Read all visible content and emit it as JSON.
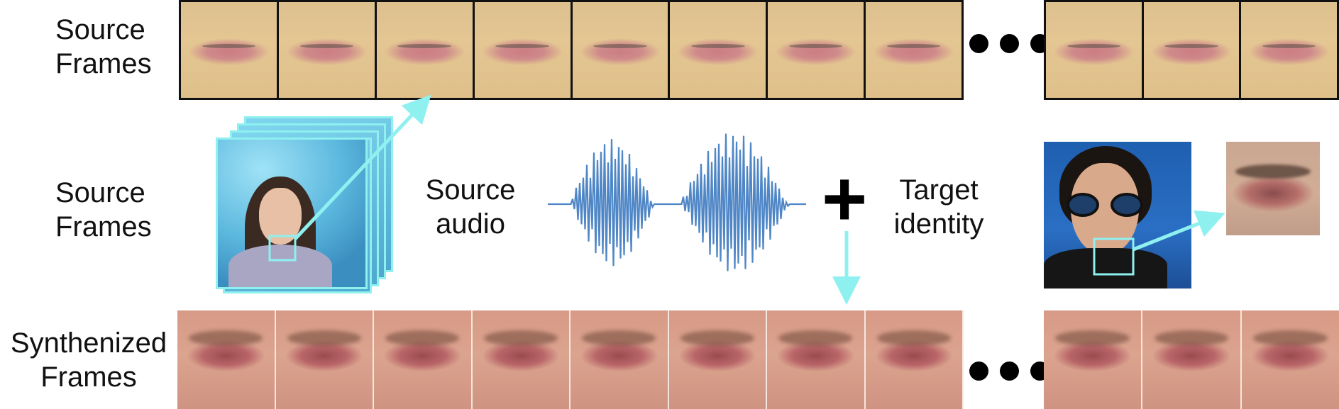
{
  "labels": {
    "top": [
      "Source",
      "Frames"
    ],
    "middle": [
      "Source",
      "Frames"
    ],
    "bottom": [
      "Synthenized",
      "Frames"
    ]
  },
  "middle": {
    "source_audio": [
      "Source",
      "audio"
    ],
    "plus_symbol": "+",
    "target_identity": [
      "Target",
      "identity"
    ]
  },
  "colors": {
    "highlight": "#8ff0f0",
    "waveform": "#4f86c6",
    "frame_border": "#111111"
  },
  "source_strip": {
    "frames_before_ellipsis": 8,
    "frames_after_ellipsis": 3
  },
  "synth_strip": {
    "frames_before_ellipsis": 8,
    "frames_after_ellipsis": 3
  }
}
